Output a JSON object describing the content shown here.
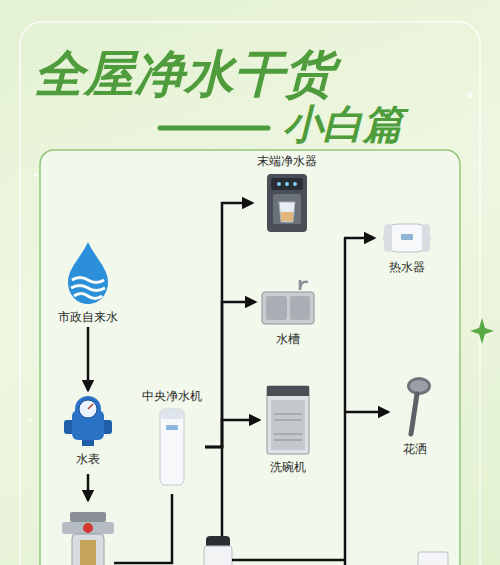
{
  "diagram": {
    "title": "全屋净水干货",
    "nodes": [
      {
        "text": [
          "末端净水器"
        ]
      },
      {
        "text": [
          "热水器"
        ]
      },
      {
        "text": [
          "市政自来水"
        ]
      },
      {
        "text": [
          "水槽"
        ]
      },
      {
        "text": [
          "中央净水机"
        ]
      },
      {
        "text": [
          "水表"
        ]
      },
      {
        "text": [
          "洗碗机"
        ]
      },
      {
        "text": [
          "花洒"
        ]
      }
    ],
    "edges": [
      {
        "from": 2,
        "to": 5,
        "arrow": "to"
      },
      {
        "from": 4,
        "to": 0,
        "arrow": "to"
      },
      {
        "from": 4,
        "to": 3,
        "arrow": "to"
      },
      {
        "from": 4,
        "to": 6,
        "arrow": "to"
      }
    ],
    "labels": [
      "小白篇"
    ]
  }
}
